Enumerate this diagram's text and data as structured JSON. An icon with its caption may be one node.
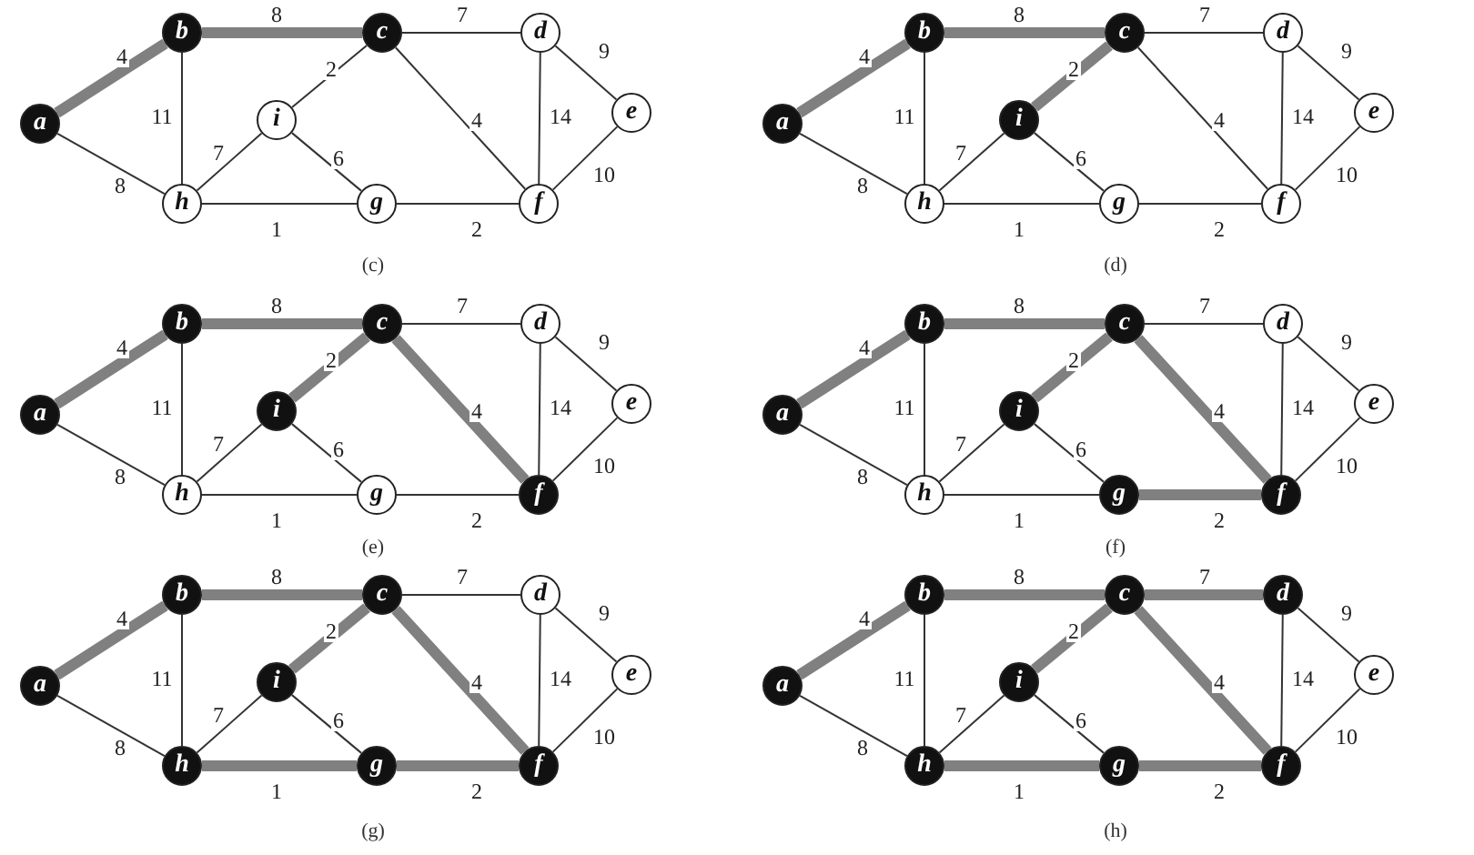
{
  "diagram": {
    "nodes": [
      {
        "text": [
          "a"
        ]
      },
      {
        "text": [
          "b"
        ]
      },
      {
        "text": [
          "c"
        ]
      },
      {
        "text": [
          "d"
        ]
      },
      {
        "text": [
          "e"
        ]
      },
      {
        "text": [
          "f"
        ]
      },
      {
        "text": [
          "g"
        ]
      },
      {
        "text": [
          "h"
        ]
      },
      {
        "text": [
          "i"
        ]
      },
      {
        "text": [
          "a"
        ]
      },
      {
        "text": [
          "b"
        ]
      },
      {
        "text": [
          "c"
        ]
      },
      {
        "text": [
          "d"
        ]
      },
      {
        "text": [
          "e"
        ]
      },
      {
        "text": [
          "f"
        ]
      },
      {
        "text": [
          "g"
        ]
      },
      {
        "text": [
          "h"
        ]
      },
      {
        "text": [
          "i"
        ]
      },
      {
        "text": [
          "a"
        ]
      },
      {
        "text": [
          "b"
        ]
      },
      {
        "text": [
          "c"
        ]
      },
      {
        "text": [
          "d"
        ]
      },
      {
        "text": [
          "e"
        ]
      },
      {
        "text": [
          "f"
        ]
      },
      {
        "text": [
          "g"
        ]
      },
      {
        "text": [
          "h"
        ]
      },
      {
        "text": [
          "i"
        ]
      },
      {
        "text": [
          "a"
        ]
      },
      {
        "text": [
          "b"
        ]
      },
      {
        "text": [
          "c"
        ]
      },
      {
        "text": [
          "d"
        ]
      },
      {
        "text": [
          "e"
        ]
      },
      {
        "text": [
          "f"
        ]
      },
      {
        "text": [
          "g"
        ]
      },
      {
        "text": [
          "h"
        ]
      },
      {
        "text": [
          "i"
        ]
      },
      {
        "text": [
          "a"
        ]
      },
      {
        "text": [
          "b"
        ]
      },
      {
        "text": [
          "c"
        ]
      },
      {
        "text": [
          "d"
        ]
      },
      {
        "text": [
          "e"
        ]
      },
      {
        "text": [
          "f"
        ]
      },
      {
        "text": [
          "g"
        ]
      },
      {
        "text": [
          "h"
        ]
      },
      {
        "text": [
          "i"
        ]
      },
      {
        "text": [
          "a"
        ]
      },
      {
        "text": [
          "b"
        ]
      },
      {
        "text": [
          "c"
        ]
      },
      {
        "text": [
          "d"
        ]
      },
      {
        "text": [
          "e"
        ]
      },
      {
        "text": [
          "f"
        ]
      },
      {
        "text": [
          "g"
        ]
      },
      {
        "text": [
          "h"
        ]
      },
      {
        "text": [
          "i"
        ]
      }
    ],
    "edges": [
      {
        "from": 0,
        "to": 1,
        "arrow": "none",
        "label": "4",
        "style": "thick",
        "color": "#808080"
      },
      {
        "from": 0,
        "to": 7,
        "arrow": "none",
        "label": "8"
      },
      {
        "from": 1,
        "to": 7,
        "arrow": "none",
        "label": "11"
      },
      {
        "from": 1,
        "to": 2,
        "arrow": "none",
        "label": "8",
        "style": "thick",
        "color": "#808080"
      },
      {
        "from": 2,
        "to": 8,
        "arrow": "none",
        "label": "2"
      },
      {
        "from": 2,
        "to": 3,
        "arrow": "none",
        "label": "7"
      },
      {
        "from": 2,
        "to": 5,
        "arrow": "none",
        "label": "4"
      },
      {
        "from": 3,
        "to": 5,
        "arrow": "none",
        "label": "14"
      },
      {
        "from": 3,
        "to": 4,
        "arrow": "none",
        "label": "9"
      },
      {
        "from": 4,
        "to": 5,
        "arrow": "none",
        "label": "10"
      },
      {
        "from": 5,
        "to": 6,
        "arrow": "none",
        "label": "2"
      },
      {
        "from": 6,
        "to": 7,
        "arrow": "none",
        "label": "1"
      },
      {
        "from": 6,
        "to": 8,
        "arrow": "none",
        "label": "6"
      },
      {
        "from": 7,
        "to": 8,
        "arrow": "none",
        "label": "7"
      },
      {
        "from": 9,
        "to": 10,
        "arrow": "none",
        "label": "4",
        "style": "thick",
        "color": "#808080"
      },
      {
        "from": 9,
        "to": 16,
        "arrow": "none",
        "label": "8"
      },
      {
        "from": 10,
        "to": 16,
        "arrow": "none",
        "label": "11"
      },
      {
        "from": 10,
        "to": 11,
        "arrow": "none",
        "label": "8",
        "style": "thick",
        "color": "#808080"
      },
      {
        "from": 11,
        "to": 17,
        "arrow": "none",
        "label": "2",
        "style": "thick",
        "color": "#808080"
      },
      {
        "from": 11,
        "to": 12,
        "arrow": "none",
        "label": "7"
      },
      {
        "from": 11,
        "to": 14,
        "arrow": "none",
        "label": "4"
      },
      {
        "from": 12,
        "to": 14,
        "arrow": "none",
        "label": "14"
      },
      {
        "from": 12,
        "to": 13,
        "arrow": "none",
        "label": "9"
      },
      {
        "from": 13,
        "to": 14,
        "arrow": "none",
        "label": "10"
      },
      {
        "from": 14,
        "to": 15,
        "arrow": "none",
        "label": "2"
      },
      {
        "from": 15,
        "to": 16,
        "arrow": "none",
        "label": "1"
      },
      {
        "from": 15,
        "to": 17,
        "arrow": "none",
        "label": "6"
      },
      {
        "from": 16,
        "to": 17,
        "arrow": "none",
        "label": "7"
      },
      {
        "from": 18,
        "to": 19,
        "arrow": "none",
        "label": "4",
        "style": "thick",
        "color": "#808080"
      },
      {
        "from": 18,
        "to": 25,
        "arrow": "none",
        "label": "8"
      },
      {
        "from": 19,
        "to": 25,
        "arrow": "none",
        "label": "11"
      },
      {
        "from": 19,
        "to": 20,
        "arrow": "none",
        "label": "8",
        "style": "thick",
        "color": "#808080"
      },
      {
        "from": 20,
        "to": 26,
        "arrow": "none",
        "label": "2",
        "style": "thick",
        "color": "#808080"
      },
      {
        "from": 20,
        "to": 21,
        "arrow": "none",
        "label": "7"
      },
      {
        "from": 20,
        "to": 23,
        "arrow": "none",
        "label": "4",
        "style": "thick",
        "color": "#808080"
      },
      {
        "from": 21,
        "to": 23,
        "arrow": "none",
        "label": "14"
      },
      {
        "from": 21,
        "to": 22,
        "arrow": "none",
        "label": "9"
      },
      {
        "from": 22,
        "to": 23,
        "arrow": "none",
        "label": "10"
      },
      {
        "from": 23,
        "to": 24,
        "arrow": "none",
        "label": "2"
      },
      {
        "from": 24,
        "to": 25,
        "arrow": "none",
        "label": "1"
      },
      {
        "from": 24,
        "to": 26,
        "arrow": "none",
        "label": "6"
      },
      {
        "from": 25,
        "to": 26,
        "arrow": "none",
        "label": "7"
      },
      {
        "from": 27,
        "to": 28,
        "arrow": "none",
        "label": "4",
        "style": "thick",
        "color": "#808080"
      },
      {
        "from": 27,
        "to": 34,
        "arrow": "none",
        "label": "8"
      },
      {
        "from": 28,
        "to": 34,
        "arrow": "none",
        "label": "11"
      },
      {
        "from": 28,
        "to": 29,
        "arrow": "none",
        "label": "8",
        "style": "thick",
        "color": "#808080"
      },
      {
        "from": 29,
        "to": 35,
        "arrow": "none",
        "label": "2",
        "style": "thick",
        "color": "#808080"
      },
      {
        "from": 29,
        "to": 30,
        "arrow": "none",
        "label": "7"
      },
      {
        "from": 29,
        "to": 32,
        "arrow": "none",
        "label": "4",
        "style": "thick",
        "color": "#808080"
      },
      {
        "from": 30,
        "to": 32,
        "arrow": "none",
        "label": "14"
      },
      {
        "from": 30,
        "to": 31,
        "arrow": "none",
        "label": "9"
      },
      {
        "from": 31,
        "to": 32,
        "arrow": "none",
        "label": "10"
      },
      {
        "from": 32,
        "to": 33,
        "arrow": "none",
        "label": "2",
        "style": "thick",
        "color": "#808080"
      },
      {
        "from": 33,
        "to": 34,
        "arrow": "none",
        "label": "1"
      },
      {
        "from": 33,
        "to": 35,
        "arrow": "none",
        "label": "6"
      },
      {
        "from": 34,
        "to": 35,
        "arrow": "none",
        "label": "7"
      },
      {
        "from": 36,
        "to": 37,
        "arrow": "none",
        "label": "4",
        "style": "thick",
        "color": "#808080"
      },
      {
        "from": 36,
        "to": 43,
        "arrow": "none",
        "label": "8"
      },
      {
        "from": 37,
        "to": 43,
        "arrow": "none",
        "label": "11"
      },
      {
        "from": 37,
        "to": 38,
        "arrow": "none",
        "label": "8",
        "style": "thick",
        "color": "#808080"
      },
      {
        "from": 38,
        "to": 44,
        "arrow": "none",
        "label": "2",
        "style": "thick",
        "color": "#808080"
      },
      {
        "from": 38,
        "to": 39,
        "arrow": "none",
        "label": "7"
      },
      {
        "from": 38,
        "to": 41,
        "arrow": "none",
        "label": "4",
        "style": "thick",
        "color": "#808080"
      },
      {
        "from": 39,
        "to": 41,
        "arrow": "none",
        "label": "14"
      },
      {
        "from": 39,
        "to": 40,
        "arrow": "none",
        "label": "9"
      },
      {
        "from": 40,
        "to": 41,
        "arrow": "none",
        "label": "10"
      },
      {
        "from": 41,
        "to": 42,
        "arrow": "none",
        "label": "2",
        "style": "thick",
        "color": "#808080"
      },
      {
        "from": 42,
        "to": 43,
        "arrow": "none",
        "label": "1",
        "style": "thick",
        "color": "#808080"
      },
      {
        "from": 42,
        "to": 44,
        "arrow": "none",
        "label": "6"
      },
      {
        "from": 43,
        "to": 44,
        "arrow": "none",
        "label": "7"
      },
      {
        "from": 45,
        "to": 46,
        "arrow": "none",
        "label": "4",
        "style": "thick",
        "color": "#808080"
      },
      {
        "from": 45,
        "to": 52,
        "arrow": "none",
        "label": "8"
      },
      {
        "from": 46,
        "to": 52,
        "arrow": "none",
        "label": "11"
      },
      {
        "from": 46,
        "to": 47,
        "arrow": "none",
        "label": "8",
        "style": "thick",
        "color": "#808080"
      },
      {
        "from": 47,
        "to": 53,
        "arrow": "none",
        "label": "2",
        "style": "thick",
        "color": "#808080"
      },
      {
        "from": 47,
        "to": 48,
        "arrow": "none",
        "label": "7",
        "style": "thick",
        "color": "#808080"
      },
      {
        "from": 47,
        "to": 50,
        "arrow": "none",
        "label": "4",
        "style": "thick",
        "color": "#808080"
      },
      {
        "from": 48,
        "to": 50,
        "arrow": "none",
        "label": "14"
      },
      {
        "from": 48,
        "to": 49,
        "arrow": "none",
        "label": "9"
      },
      {
        "from": 49,
        "to": 50,
        "arrow": "none",
        "label": "10"
      },
      {
        "from": 50,
        "to": 51,
        "arrow": "none",
        "label": "2",
        "style": "thick",
        "color": "#808080"
      },
      {
        "from": 51,
        "to": 52,
        "arrow": "none",
        "label": "1",
        "style": "thick",
        "color": "#808080"
      },
      {
        "from": 51,
        "to": 53,
        "arrow": "none",
        "label": "6"
      },
      {
        "from": 52,
        "to": 53,
        "arrow": "none",
        "label": "7"
      }
    ],
    "labels": [
      "(c)",
      "(d)",
      "(e)",
      "(f)",
      "(g)",
      "(h)"
    ]
  }
}
